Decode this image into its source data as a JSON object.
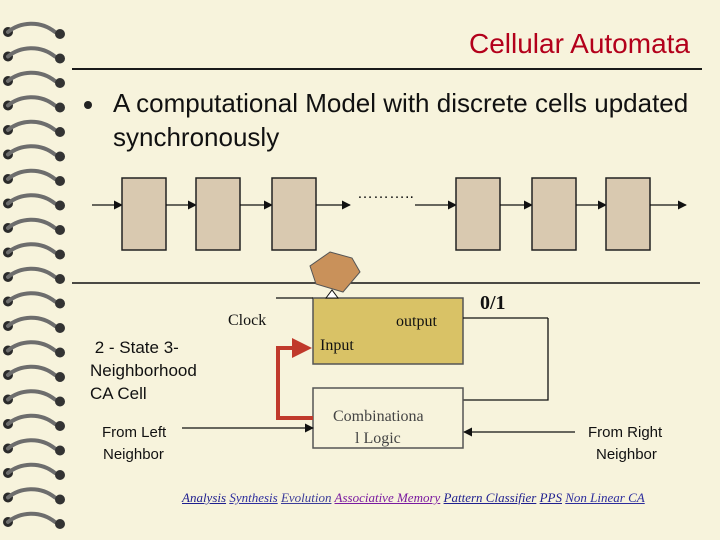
{
  "slide": {
    "title": "Cellular Automata",
    "bullet": "A computational Model with discrete cells updated  synchronously",
    "ellipsis": "………..",
    "clock_label": "Clock",
    "output_label": "output",
    "output_value": "0/1",
    "input_label": "Input",
    "logic_label_line1": "Combinationa",
    "logic_label_line2": "l Logic",
    "cell_desc_line1": " 2 - State 3-",
    "cell_desc_line2": "Neighborhood",
    "cell_desc_line3": "CA Cell",
    "left_neighbor_line1": "From Left",
    "left_neighbor_line2": "Neighbor",
    "right_neighbor_line1": "From Right",
    "right_neighbor_line2": "Neighbor"
  },
  "footer": {
    "links": [
      {
        "text": "Analysis",
        "color": "#1f1f8f"
      },
      {
        "text": "Synthesis",
        "color": "#2e2e9e"
      },
      {
        "text": "Evolution",
        "color": "#3c3c9a"
      },
      {
        "text": "Associative Memory",
        "color": "#7a1aa0"
      },
      {
        "text": "Pattern Classifier",
        "color": "#1f1f8f"
      },
      {
        "text": "PPS",
        "color": "#1f1f8f"
      },
      {
        "text": "Non Linear CA",
        "color": "#2c2c9c"
      }
    ]
  },
  "colors": {
    "title": "#b3001b",
    "background": "#f7f3dc",
    "cell_fill": "#d9c9b0",
    "register_fill": "#d9c266",
    "feedback_wire": "#c0392b",
    "clock_shape": "#c9915a"
  }
}
